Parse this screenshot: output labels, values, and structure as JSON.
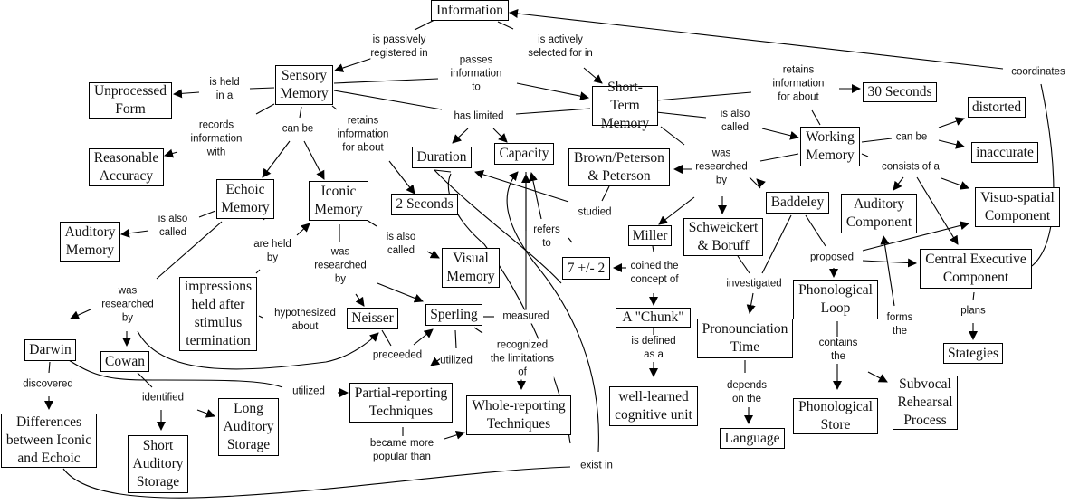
{
  "concepts": {
    "information": "Information",
    "sensory_memory": "Sensory\nMemory",
    "unprocessed_form": "Unprocessed\nForm",
    "reasonable_accuracy": "Reasonable\nAccuracy",
    "echoic_memory": "Echoic\nMemory",
    "iconic_memory": "Iconic\nMemory",
    "auditory_memory": "Auditory\nMemory",
    "two_seconds": "2 Seconds",
    "visual_memory": "Visual\nMemory",
    "impressions": "impressions\nheld after\nstimulus\ntermination",
    "neisser": "Neisser",
    "sperling": "Sperling",
    "darwin": "Darwin",
    "cowan": "Cowan",
    "differences": "Differences\nbetween Iconic\nand Echoic",
    "short_auditory": "Short\nAuditory\nStorage",
    "long_auditory": "Long\nAuditory\nStorage",
    "partial_reporting": "Partial-reporting\nTechniques",
    "whole_reporting": "Whole-reporting\nTechniques",
    "duration": "Duration",
    "capacity": "Capacity",
    "short_term_memory": "Short-Term\nMemory",
    "brown_peterson": "Brown/Peterson\n& Peterson",
    "miller": "Miller",
    "seven_pm_two": "7 +/- 2",
    "chunk": "A \"Chunk\"",
    "well_learned": "well-learned\ncognitive unit",
    "schweickert": "Schweickert\n& Boruff",
    "pronounciation_time": "Pronounciation\nTime",
    "language": "Language",
    "baddeley": "Baddeley",
    "thirty_seconds": "30 Seconds",
    "working_memory": "Working\nMemory",
    "distorted": "distorted",
    "inaccurate": "inaccurate",
    "auditory_component": "Auditory\nComponent",
    "visuo_spatial": "Visuo-spatial\nComponent",
    "central_executive": "Central Executive\nComponent",
    "phonological_loop": "Phonological\nLoop",
    "phonological_store": "Phonological\nStore",
    "subvocal": "Subvocal\nRehearsal\nProcess",
    "stategies": "Stategies"
  },
  "links": {
    "passively_registered": "is passively\nregistered in",
    "actively_selected": "is actively\nselected for in",
    "is_held_in_a": "is held\nin a",
    "records_info_with": "records\ninformation\nwith",
    "can_be_sensory": "can be",
    "retains_2s": "retains\ninformation\nfor about",
    "passes_info_to": "passes\ninformation\nto",
    "has_limited": "has limited",
    "echoic_also_called": "is also\ncalled",
    "iconic_also_called": "is also\ncalled",
    "are_held_by": "are held\nby",
    "iconic_researched_by": "was\nresearched\nby",
    "echoic_researched_by": "was\nresearched\nby",
    "hypothesized_about": "hypothesized\nabout",
    "preceeded": "preceeded",
    "sperling_utilized": "utilized",
    "recognized_limits": "recognized\nthe limitations\nof",
    "measured": "measured",
    "refers_to": "refers\nto",
    "studied": "studied",
    "became_more_popular": "became more\npopular than",
    "discovered": "discovered",
    "identified": "identified",
    "darwin_utilized": "utilized",
    "exist_in": "exist in",
    "retains_30s": "retains\ninformation\nfor about",
    "stm_also_called": "is also\ncalled",
    "stm_researched_by": "was\nresearched\nby",
    "coined_concept": "coined the\nconcept of",
    "is_defined_as": "is defined\nas a",
    "investigated": "investigated",
    "depends_on": "depends\non the",
    "proposed": "proposed",
    "wm_can_be": "can be",
    "consists_of": "consists of a",
    "forms_the": "forms\nthe",
    "contains_the": "contains\nthe",
    "plans": "plans",
    "coordinates": "coordinates"
  }
}
